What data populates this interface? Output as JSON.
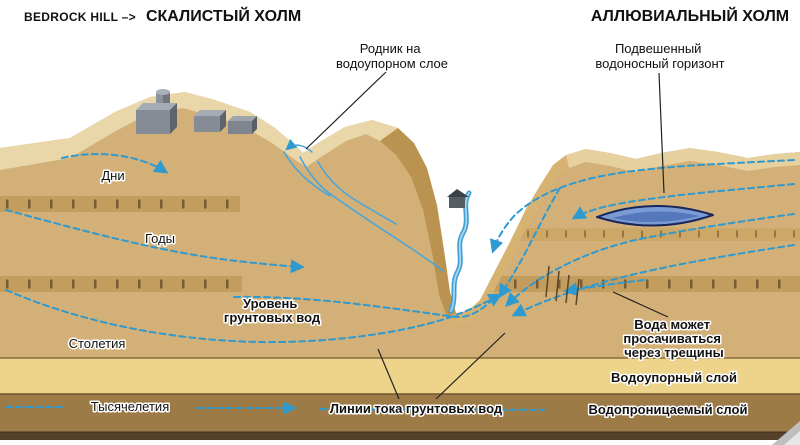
{
  "titles": {
    "left_prefix": "BEDROCK HILL –>",
    "left_main": "СКАЛИСТЫЙ ХОЛМ",
    "right_main": "АЛЛЮВИАЛЬНЫЙ ХОЛМ"
  },
  "callouts": {
    "spring": {
      "line1": "Родник на",
      "line2": "водоупорном слое"
    },
    "perched": {
      "line1": "Подвешенный",
      "line2": "водоносный горизонт"
    },
    "seep": {
      "line1": "Вода может",
      "line2": "просачиваться",
      "line3": "через трещины"
    },
    "water_table": {
      "line1": "Уровень",
      "line2": "грунтовых вод"
    },
    "flow_lines": "Линии тока грунтовых вод"
  },
  "timescales": {
    "days": "Дни",
    "years": "Годы",
    "centuries": "Столетия",
    "millennia": "Тысячелетия"
  },
  "layers": {
    "aquitard": "Водоупорный слой",
    "permeable": "Водопроницаемый слой"
  },
  "colors": {
    "flow_blue": "#2f9ad0",
    "ground_tan": "#d3b077",
    "surface_light": "#e9d7a9",
    "aquitard_yellow": "#eed48a",
    "permeable_brown": "#9d7b46",
    "lens_blue": "#7b9bd4",
    "lens_outline": "#17265c"
  }
}
